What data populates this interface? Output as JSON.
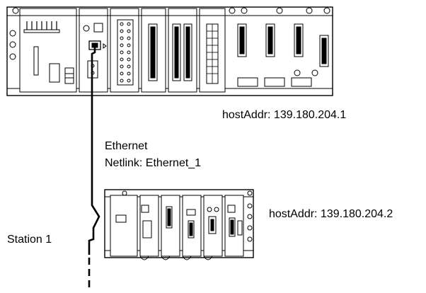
{
  "diagram": {
    "upper_rack": {
      "host_addr": "hostAddr: 139.180.204.1"
    },
    "network": {
      "type_label": "Ethernet",
      "netlink_label": "Netlink: Ethernet_1"
    },
    "lower_rack": {
      "host_addr": "hostAddr: 139.180.204.2"
    },
    "station_label": "Station 1"
  },
  "colors": {
    "ink": "#000000",
    "background": "#ffffff"
  }
}
